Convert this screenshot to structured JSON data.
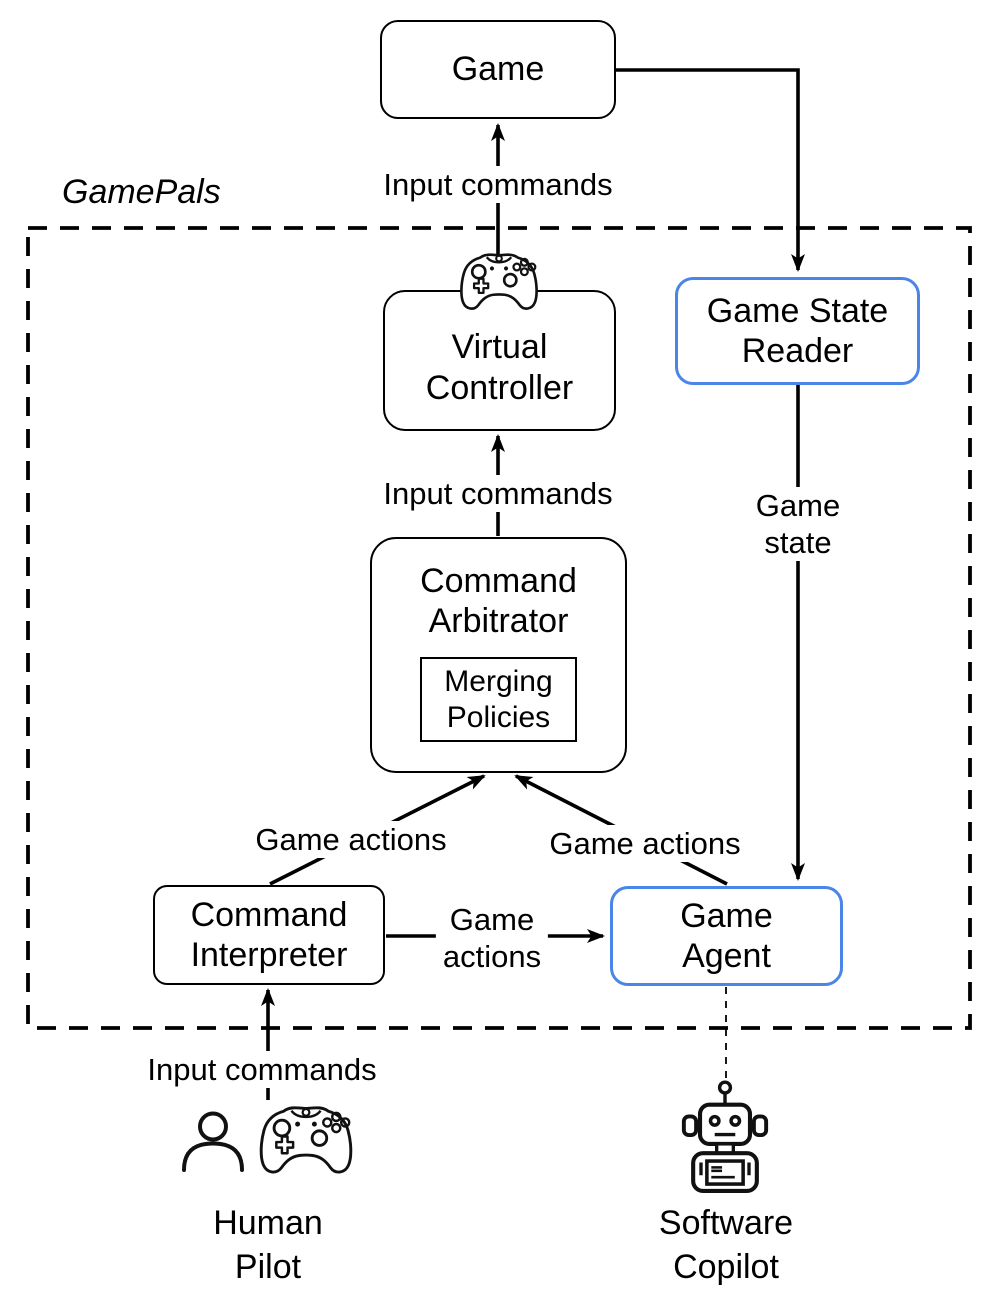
{
  "diagram": {
    "system_label": "GamePals",
    "nodes": {
      "game": {
        "label": "Game"
      },
      "virtual_controller": {
        "label": "Virtual\nController"
      },
      "game_state_reader": {
        "label": "Game State\nReader"
      },
      "command_arbitrator": {
        "label": "Command\nArbitrator"
      },
      "merging_policies": {
        "label": "Merging\nPolicies"
      },
      "command_interpreter": {
        "label": "Command\nInterpreter"
      },
      "game_agent": {
        "label": "Game\nAgent"
      }
    },
    "edge_labels": {
      "input_commands_top": "Input commands",
      "input_commands_mid": "Input commands",
      "input_commands_bottom": "Input commands",
      "game_state": "Game\nstate",
      "game_actions_left": "Game actions",
      "game_actions_right": "Game actions",
      "game_actions_mid": "Game\nactions"
    },
    "actors": {
      "human_pilot": {
        "label": "Human\nPilot",
        "icons": [
          "person-icon",
          "gamepad-icon"
        ]
      },
      "software_copilot": {
        "label": "Software\nCopilot",
        "icons": [
          "robot-icon"
        ]
      }
    },
    "icons": {
      "virtual_controller": "gamepad-icon"
    },
    "colors": {
      "highlight_border": "#4a86e8",
      "default_border": "#000000",
      "background": "#ffffff"
    }
  }
}
